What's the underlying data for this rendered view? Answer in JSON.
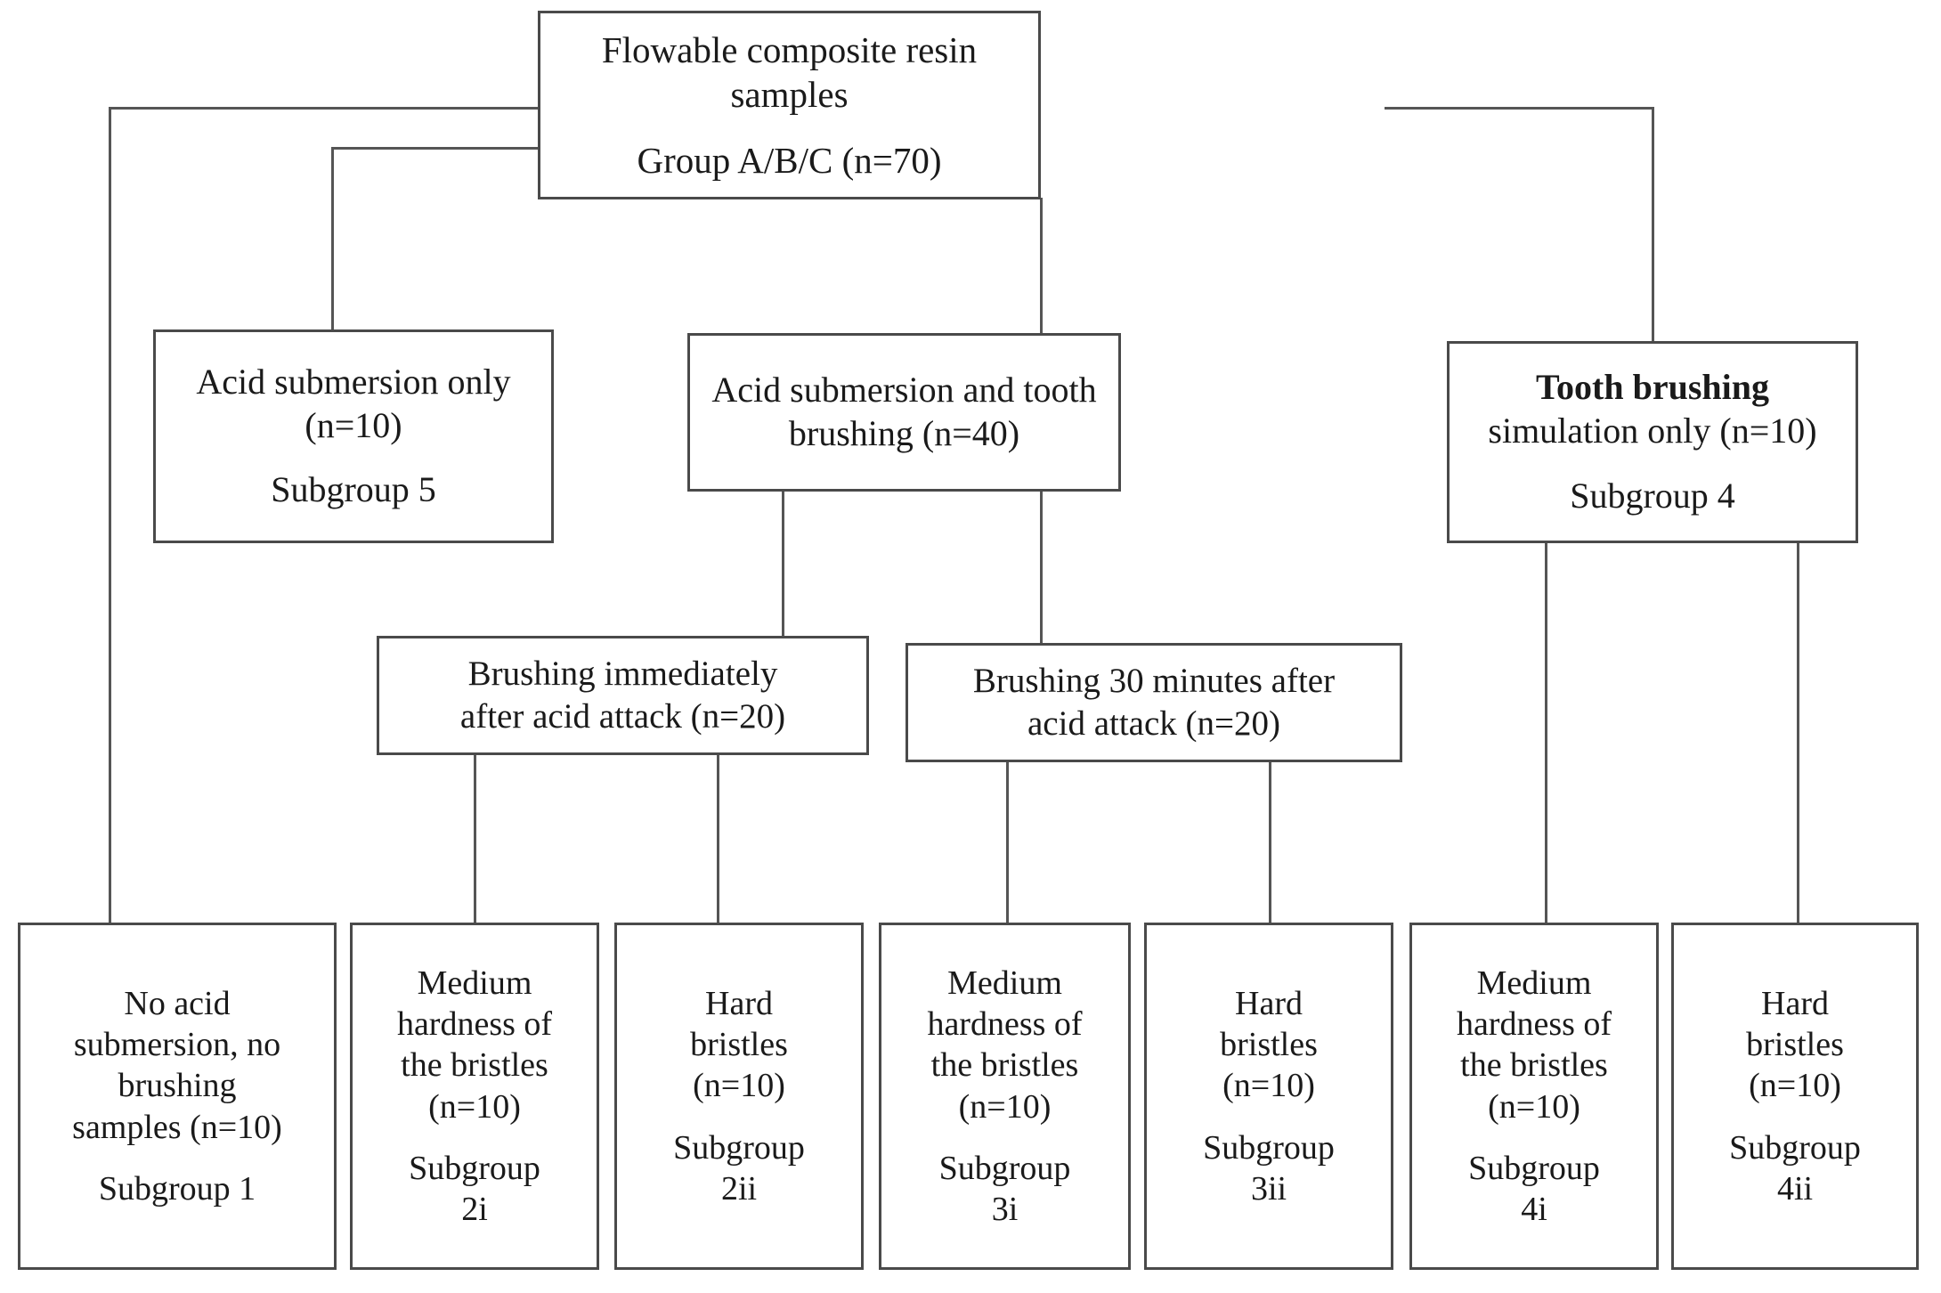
{
  "diagram": {
    "title": "Flowable composite resin sample group allocation flowchart",
    "line_color": "#555555",
    "border_color": "#4a4a4a",
    "text_color": "#1a1a1a",
    "background": "#ffffff"
  },
  "nodes": {
    "root": {
      "line1": "Flowable composite resin samples",
      "line2": "Group A/B/C (n=70)"
    },
    "acid_only": {
      "line1": "Acid submersion only",
      "line2": "(n=10)",
      "line3": "Subgroup 5"
    },
    "acid_and_brush": {
      "line1": "Acid submersion and tooth",
      "line2": "brushing (n=40)"
    },
    "brush_only": {
      "line1": "Tooth brushing",
      "line2": "simulation only (n=10)",
      "line3": "Subgroup 4"
    },
    "brush_immediate": {
      "line1": "Brushing immediately",
      "line2": "after acid attack (n=20)"
    },
    "brush_30min": {
      "line1": "Brushing 30 minutes after",
      "line2": "acid attack (n=20)"
    },
    "sg1": {
      "line1": "No acid",
      "line2": "submersion, no",
      "line3": "brushing",
      "line4": "samples (n=10)",
      "line5": "Subgroup 1"
    },
    "sg2i": {
      "line1": "Medium",
      "line2": "hardness of",
      "line3": "the bristles",
      "line4": "(n=10)",
      "line5": "Subgroup",
      "line6": "2i"
    },
    "sg2ii": {
      "line1": "Hard",
      "line2": "bristles",
      "line3": "(n=10)",
      "line4": "Subgroup",
      "line5": "2ii"
    },
    "sg3i": {
      "line1": "Medium",
      "line2": "hardness of",
      "line3": "the bristles",
      "line4": "(n=10)",
      "line5": "Subgroup",
      "line6": "3i"
    },
    "sg3ii": {
      "line1": "Hard",
      "line2": "bristles",
      "line3": "(n=10)",
      "line4": "Subgroup",
      "line5": "3ii"
    },
    "sg4i": {
      "line1": "Medium",
      "line2": "hardness of",
      "line3": "the bristles",
      "line4": "(n=10)",
      "line5": "Subgroup",
      "line6": "4i"
    },
    "sg4ii": {
      "line1": "Hard",
      "line2": "bristles",
      "line3": "(n=10)",
      "line4": "Subgroup",
      "line5": "4ii"
    }
  }
}
